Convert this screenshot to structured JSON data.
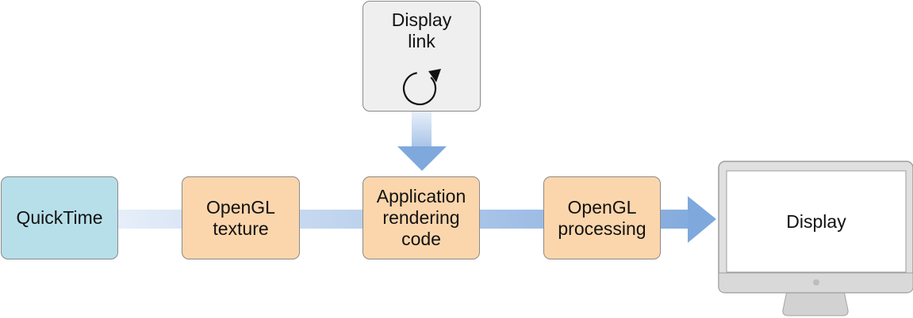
{
  "nodes": {
    "quicktime": {
      "lines": [
        "QuickTime"
      ],
      "fill": "#b7dfea"
    },
    "texture": {
      "lines": [
        "OpenGL",
        "texture"
      ],
      "fill": "#fbd6ac"
    },
    "app": {
      "lines": [
        "Application",
        "rendering",
        "code"
      ],
      "fill": "#fbd6ac"
    },
    "processing": {
      "lines": [
        "OpenGL",
        "processing"
      ],
      "fill": "#fbd6ac"
    },
    "display_link": {
      "lines": [
        "Display",
        "link"
      ],
      "fill": "#efefef",
      "icon": "cycle-arrow-icon"
    }
  },
  "display": {
    "label": "Display",
    "icon": "imac-monitor-icon"
  },
  "colors": {
    "flow_arrow": "#7fa8dc",
    "flow_fade": "#e6eef9",
    "node_border": "#8a8a8a"
  }
}
